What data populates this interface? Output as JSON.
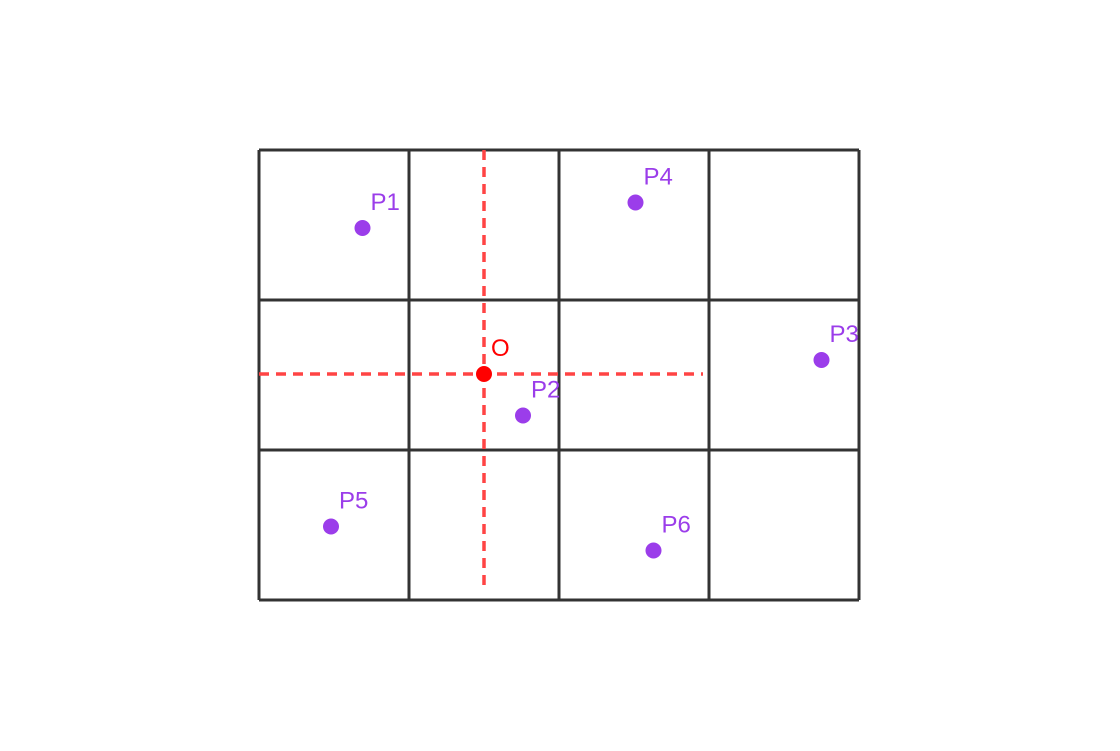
{
  "diagram": {
    "grid": {
      "rows": 3,
      "cols": 4,
      "line_color": "#333333"
    },
    "origin": {
      "label": "O",
      "color": "#ff0000",
      "axis_color": "#ff4444"
    },
    "points": [
      {
        "id": "p1",
        "label": "P1",
        "col": 0.69,
        "row": 0.52
      },
      {
        "id": "p2",
        "label": "P2",
        "col": 1.76,
        "row": 1.77
      },
      {
        "id": "p3",
        "label": "P3",
        "col": 3.75,
        "row": 1.4
      },
      {
        "id": "p4",
        "label": "P4",
        "col": 2.51,
        "row": 0.35
      },
      {
        "id": "p5",
        "label": "P5",
        "col": 0.48,
        "row": 2.51
      },
      {
        "id": "p6",
        "label": "P6",
        "col": 2.63,
        "row": 2.67
      }
    ],
    "point_color": "#9b3dea"
  }
}
